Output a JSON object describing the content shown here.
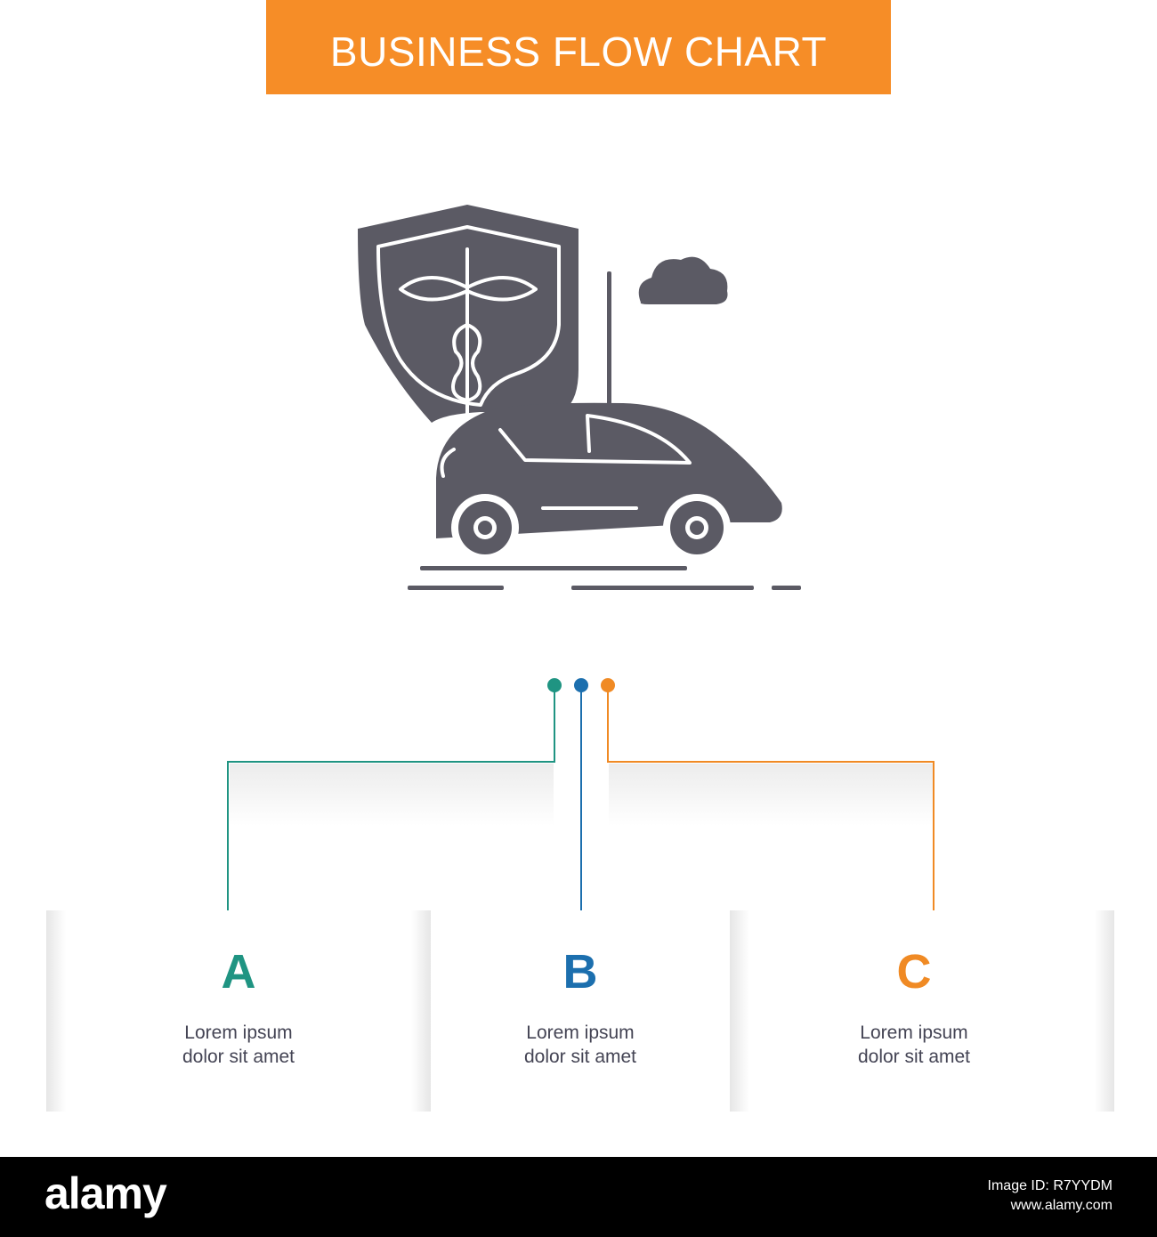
{
  "header": {
    "title": "BUSINESS FLOW CHART"
  },
  "colors": {
    "banner": "#f68d27",
    "icon": "#5b5a64",
    "a": "#1f9482",
    "b": "#1c6fae",
    "c": "#f08a24"
  },
  "icon": {
    "name": "car-insurance-shield-caduceus-icon"
  },
  "steps": [
    {
      "letter": "A",
      "line1": "Lorem ipsum",
      "line2": "dolor sit amet"
    },
    {
      "letter": "B",
      "line1": "Lorem ipsum",
      "line2": "dolor sit amet"
    },
    {
      "letter": "C",
      "line1": "Lorem ipsum",
      "line2": "dolor sit amet"
    }
  ],
  "footer": {
    "logo": "alamy",
    "image_id": "Image ID: R7YYDM",
    "url": "www.alamy.com"
  }
}
